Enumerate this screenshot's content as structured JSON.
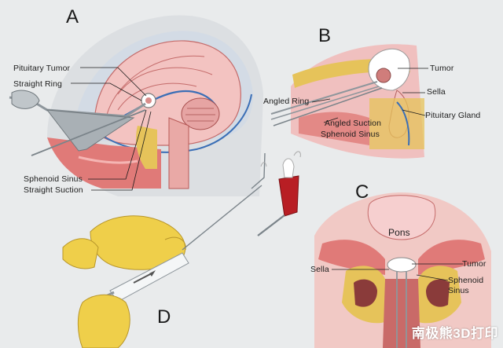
{
  "panels": {
    "a": {
      "letter": "A",
      "labels": [
        "Pituitary Tumor",
        "Straight Ring",
        "Sphenoid Sinus",
        "Straight Suction"
      ]
    },
    "b": {
      "letter": "B",
      "labels": [
        "Tumor",
        "Sella",
        "Angled Ring",
        "Pituitary Gland",
        "Angled Suction",
        "Sphenoid Sinus"
      ]
    },
    "c": {
      "letter": "C",
      "labels": [
        "Pons",
        "Tumor",
        "Sella",
        "Sphenoid",
        "Sinus"
      ]
    },
    "d": {
      "letter": "D"
    }
  },
  "watermark": "南极熊3D打印",
  "colors": {
    "background": "#e9ebec",
    "brain": "#f3c3c1",
    "tissue": "#e07a78",
    "bone": "#e6c35a",
    "glove": "#efcf4a",
    "instrument": "#a9b0b5"
  }
}
